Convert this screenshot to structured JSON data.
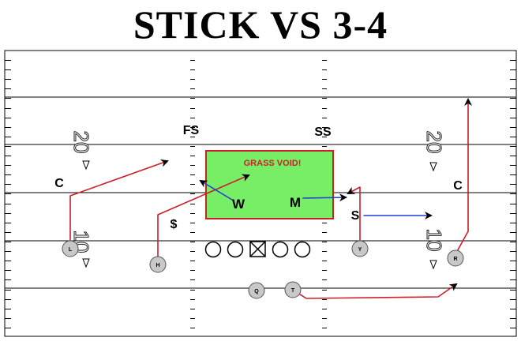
{
  "title": "STICK VS 3-4",
  "colors": {
    "route": "#cc1f2a",
    "defense_route": "#1f3fd1",
    "void_fill": "#77ee66",
    "void_border": "#cc1f2a",
    "void_text": "#cc1f2a",
    "player_fill": "#c8c8c8"
  },
  "zone": {
    "label": "GRASS VOID!"
  },
  "yard_numbers": {
    "left_upper": "20",
    "left_lower": "10",
    "right_upper": "20",
    "right_lower": "10"
  },
  "defense": {
    "fs": "FS",
    "ss": "SS",
    "c_left": "C",
    "c_right": "C",
    "w": "W",
    "m": "M",
    "s": "S",
    "dollar": "$"
  },
  "offense": {
    "l": "L",
    "h": "H",
    "y": "Y",
    "r": "R",
    "q": "Q",
    "t": "T"
  }
}
